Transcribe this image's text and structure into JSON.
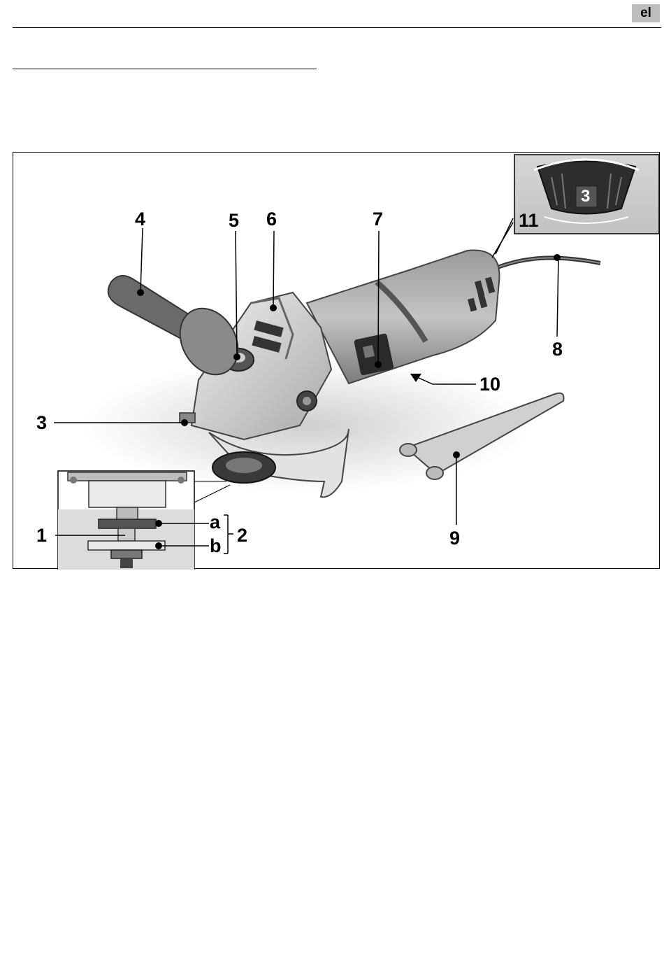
{
  "header": {
    "lang_code": "el"
  },
  "figure": {
    "callouts": {
      "c1": "1",
      "c2": "2",
      "c3": "3",
      "c4": "4",
      "c5": "5",
      "c6": "6",
      "c7": "7",
      "c8": "8",
      "c9": "9",
      "c10": "10",
      "c11": "11",
      "ca": "a",
      "cb": "b"
    },
    "dial_setting": "3"
  }
}
